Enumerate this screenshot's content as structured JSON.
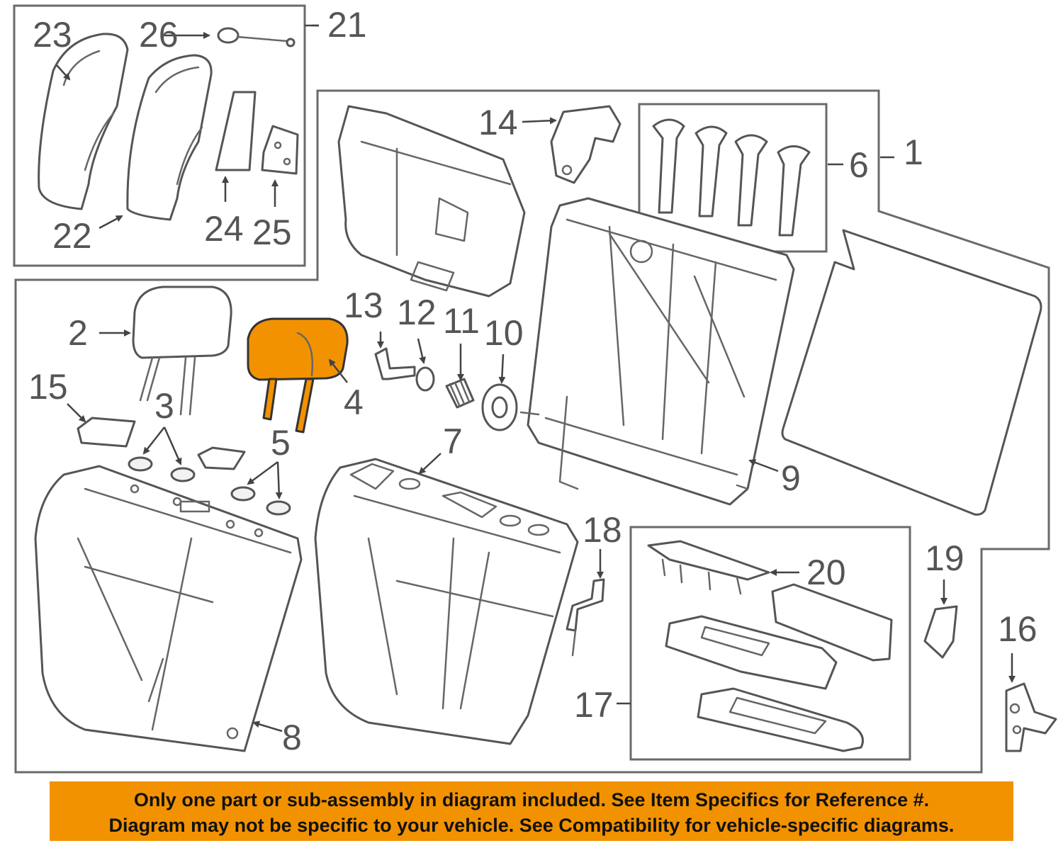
{
  "callouts": {
    "c1": "1",
    "c2": "2",
    "c3": "3",
    "c4": "4",
    "c5": "5",
    "c6": "6",
    "c7": "7",
    "c8": "8",
    "c9": "9",
    "c10": "10",
    "c11": "11",
    "c12": "12",
    "c13": "13",
    "c14": "14",
    "c15": "15",
    "c16": "16",
    "c17": "17",
    "c18": "18",
    "c19": "19",
    "c20": "20",
    "c21": "21",
    "c22": "22",
    "c23": "23",
    "c24": "24",
    "c25": "25",
    "c26": "26"
  },
  "highlight": {
    "part": "4",
    "color": "#f39200"
  },
  "notice": {
    "line1": "Only one part or sub-assembly in diagram included. See Item Specifics for Reference #.",
    "line2": "Diagram may not be specific to your vehicle. See Compatibility for vehicle-specific diagrams."
  }
}
